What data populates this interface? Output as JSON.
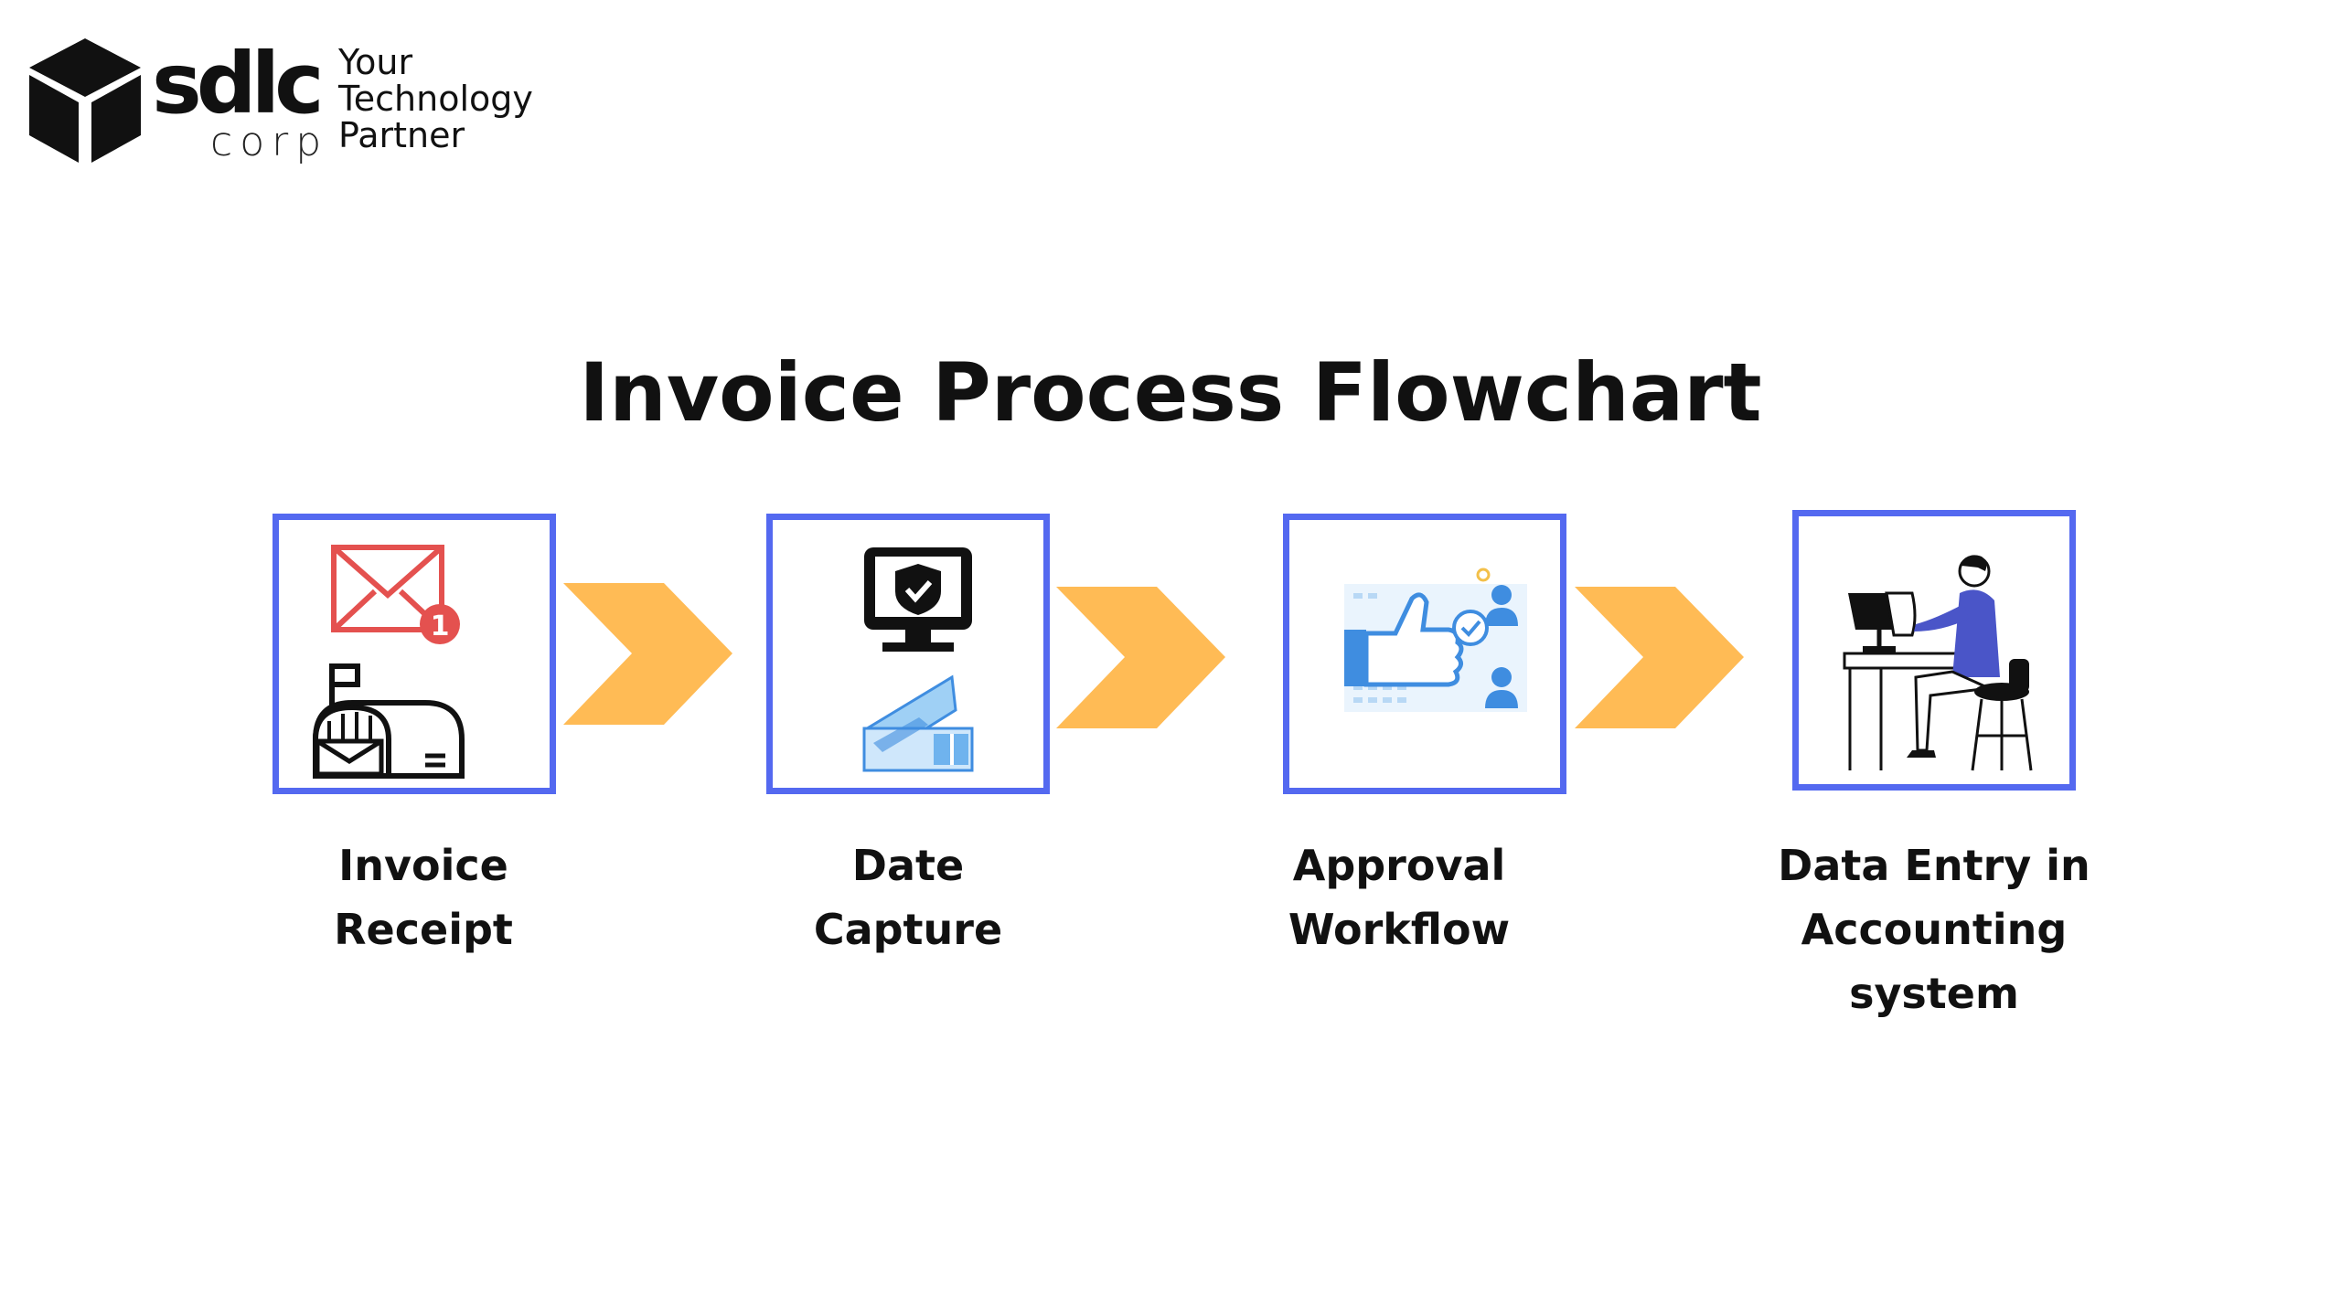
{
  "logo": {
    "wordmark": "sdlc",
    "sub": "corp",
    "tagline": [
      "Your",
      "Technology",
      "Partner"
    ]
  },
  "title": "Invoice Process Flowchart",
  "steps": [
    {
      "label_lines": [
        "Invoice",
        "Receipt"
      ],
      "icon": "mail-and-mailbox-icon",
      "badge": "1"
    },
    {
      "label_lines": [
        "Date",
        "Capture"
      ],
      "icon": "monitor-shield-scanner-icon"
    },
    {
      "label_lines": [
        "Approval",
        "Workflow"
      ],
      "icon": "thumbs-up-approval-icon"
    },
    {
      "label_lines": [
        "Data Entry in",
        "Accounting",
        "system"
      ],
      "icon": "person-at-computer-icon"
    }
  ],
  "colors": {
    "box_border": "#5469f0",
    "arrow": "#ffbb55",
    "mail_red": "#e4514f",
    "icon_blue": "#3f8de0",
    "person_blue": "#4a55c8"
  }
}
